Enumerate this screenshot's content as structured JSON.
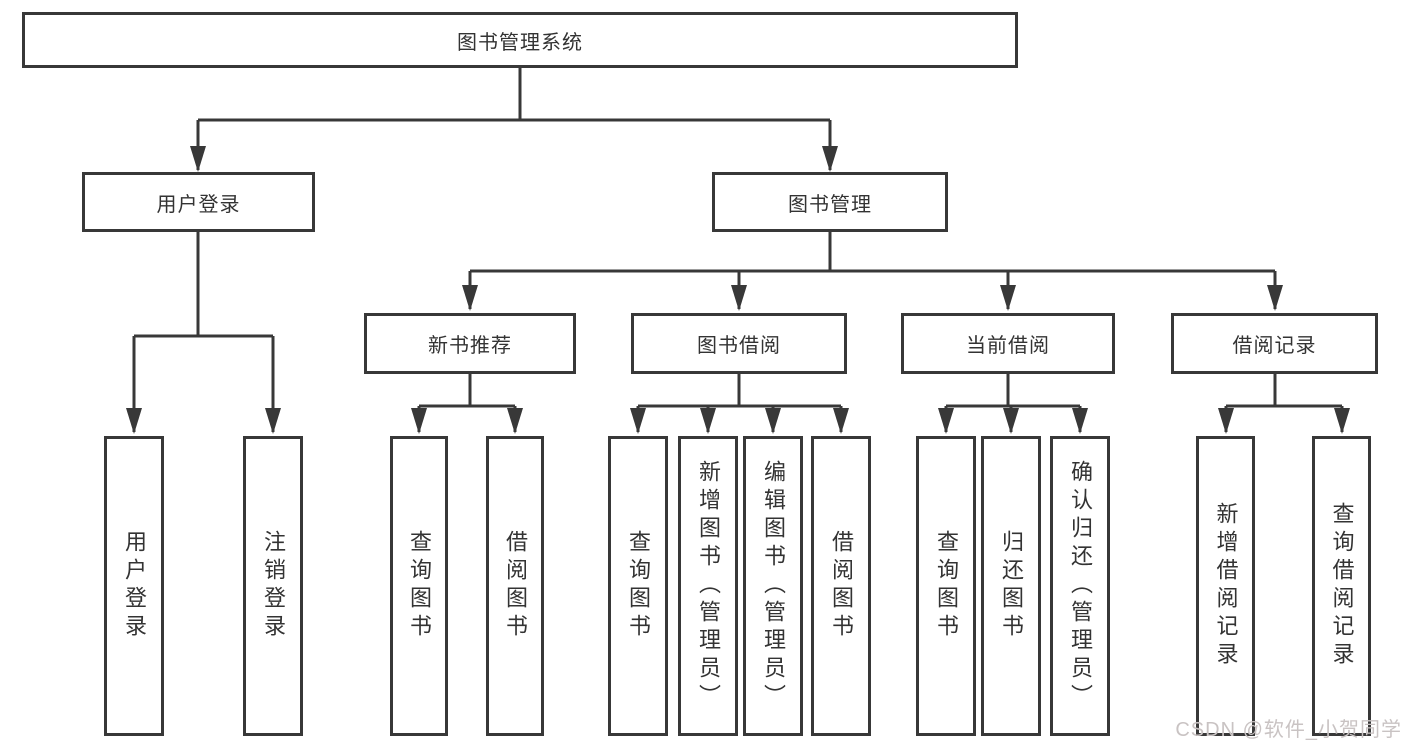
{
  "diagram": {
    "title": "图书管理系统",
    "branches": [
      {
        "label": "用户登录",
        "children": [
          {
            "label": "用户登录"
          },
          {
            "label": "注销登录"
          }
        ]
      },
      {
        "label": "图书管理",
        "children": [
          {
            "label": "新书推荐",
            "children": [
              {
                "label": "查询图书"
              },
              {
                "label": "借阅图书"
              }
            ]
          },
          {
            "label": "图书借阅",
            "children": [
              {
                "label": "查询图书"
              },
              {
                "label": "新增图书（管理员）"
              },
              {
                "label": "编辑图书（管理员）"
              },
              {
                "label": "借阅图书"
              }
            ]
          },
          {
            "label": "当前借阅",
            "children": [
              {
                "label": "查询图书"
              },
              {
                "label": "归还图书"
              },
              {
                "label": "确认归还（管理员）"
              }
            ]
          },
          {
            "label": "借阅记录",
            "children": [
              {
                "label": "新增借阅记录"
              },
              {
                "label": "查询借阅记录"
              }
            ]
          }
        ]
      }
    ]
  },
  "watermark": {
    "text": "CSDN @软件_小贺同学"
  },
  "colors": {
    "line": "#383838",
    "box_border": "#383838",
    "text": "#333333",
    "background": "#ffffff",
    "watermark": "#c9c3c3"
  }
}
